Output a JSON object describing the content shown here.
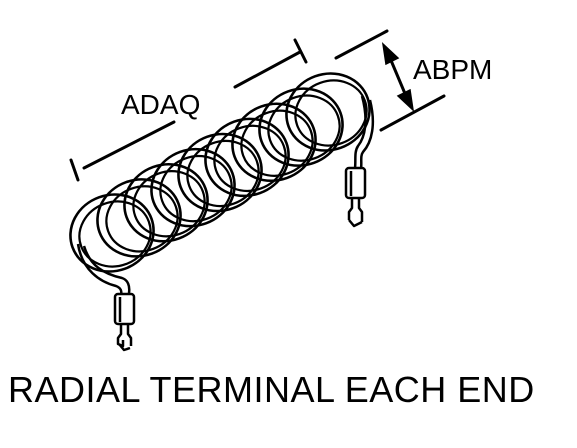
{
  "dimensions": {
    "length_label": "ADAQ",
    "diameter_label": "ABPM"
  },
  "caption": "RADIAL TERMINAL EACH END",
  "colors": {
    "ink": "#000000",
    "paper": "#ffffff"
  },
  "coil": {
    "turns": 9,
    "terminals": "radial",
    "terminal_count": 2
  }
}
